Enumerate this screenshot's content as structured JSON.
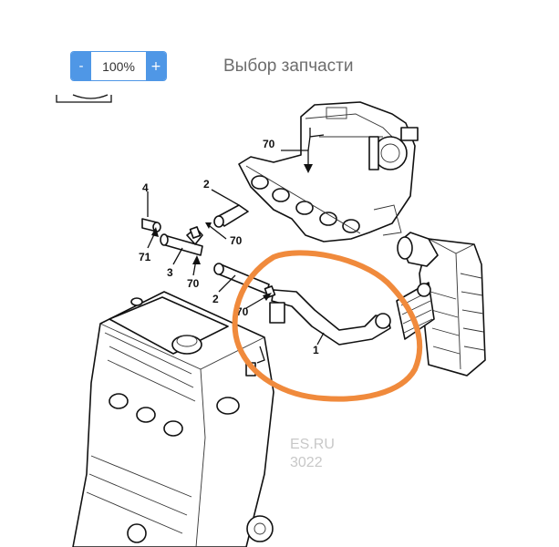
{
  "header": {
    "title": "Выбор запчасти",
    "zoom": {
      "minus": "-",
      "value": "100%",
      "plus": "+"
    }
  },
  "diagram": {
    "labels": {
      "c70_top": "70",
      "c2_top": "2",
      "c4": "4",
      "c70_mid": "70",
      "c71": "71",
      "c3": "3",
      "c70_low": "70",
      "c2_low": "2",
      "c70_left": "70",
      "c1": "1"
    },
    "watermark": [
      "ES.RU",
      "3022"
    ],
    "highlight_color": "#f08a3c"
  }
}
